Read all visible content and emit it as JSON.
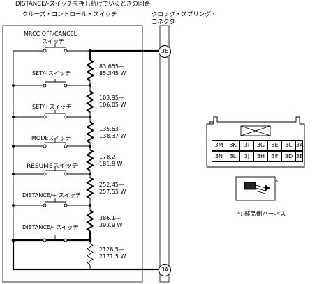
{
  "title": "DISTANCE/-スイッチを押し続けているときの回路",
  "left_box_title": "クルーズ・コントロール・スイッチ",
  "right_box_title_1": "クロック・スプリング・",
  "right_box_title_2": "コネクタ",
  "terminals": {
    "top": "3E",
    "bottom": "3A"
  },
  "switches": [
    {
      "label_1": "MRCC OFF/CANCEL",
      "label_2": "スイッチ"
    },
    {
      "label": "SET/- スイッチ"
    },
    {
      "label": "SET/+スイッチ"
    },
    {
      "label": "MODEスイッチ"
    },
    {
      "label": "RESUMEスイッチ"
    },
    {
      "label": "DISTANCE/+ スイッチ"
    },
    {
      "label": "DISTANCE/- スイッチ"
    }
  ],
  "resistors": [
    {
      "line1": "83.655—",
      "line2": "85.345 W"
    },
    {
      "line1": "103.95—",
      "line2": "106.05 W"
    },
    {
      "line1": "135.63—",
      "line2": "138.37 W"
    },
    {
      "line1": "178.2—",
      "line2": "181.8 W"
    },
    {
      "line1": "252.45—",
      "line2": "257.55 W"
    },
    {
      "line1": "386.1—",
      "line2": "393.9 W"
    },
    {
      "line1": "2128.5—",
      "line2": "2171.5 W"
    }
  ],
  "connector_row1": [
    "3M",
    "3K",
    "3I",
    "3G",
    "3E",
    "3C",
    "3A"
  ],
  "connector_row2": [
    "3N",
    "3L",
    "3J",
    "3H",
    "3F",
    "3D",
    "3B"
  ],
  "harness_mark": "*",
  "harness_note": "*: 部品側ハーネス"
}
